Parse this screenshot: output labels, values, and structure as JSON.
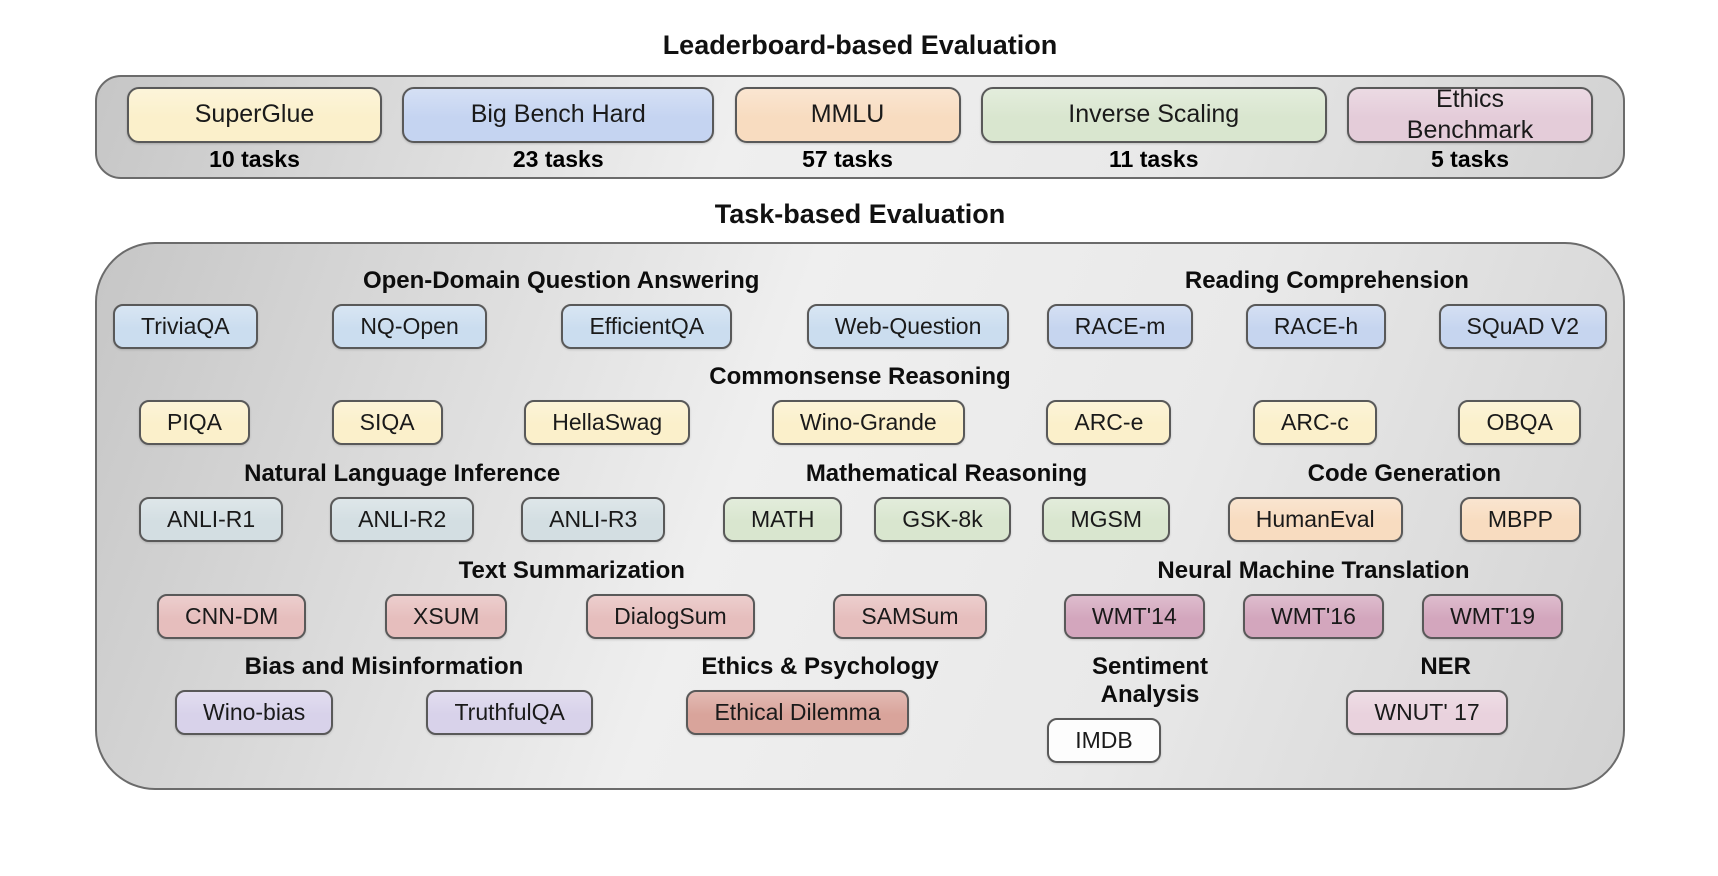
{
  "leaderboard": {
    "title": "Leaderboard-based Evaluation",
    "items": [
      {
        "label": "SuperGlue",
        "tasks": "10 tasks",
        "color": "#fbf0cb"
      },
      {
        "label": "Big Bench Hard",
        "tasks": "23 tasks",
        "color": "#c5d4f1"
      },
      {
        "label": "MMLU",
        "tasks": "57 tasks",
        "color": "#f8dcc0"
      },
      {
        "label": "Inverse Scaling",
        "tasks": "11 tasks",
        "color": "#d9e6cf"
      },
      {
        "label": "Ethics\nBenchmark",
        "tasks": "5 tasks",
        "color": "#e4ccd9"
      }
    ]
  },
  "task": {
    "title": "Task-based Evaluation",
    "groups": [
      {
        "name": "Open-Domain Question Answering",
        "color": "#cbddef",
        "items": [
          "TriviaQA",
          "NQ-Open",
          "EfficientQA",
          "Web-Question"
        ]
      },
      {
        "name": "Reading Comprehension",
        "color": "#c6d5ef",
        "items": [
          "RACE-m",
          "RACE-h",
          "SQuAD V2"
        ]
      },
      {
        "name": "Commonsense Reasoning",
        "color": "#fbf0cb",
        "items": [
          "PIQA",
          "SIQA",
          "HellaSwag",
          "Wino-Grande",
          "ARC-e",
          "ARC-c",
          "OBQA"
        ]
      },
      {
        "name": "Natural Language Inference",
        "color": "#d3dee2",
        "items": [
          "ANLI-R1",
          "ANLI-R2",
          "ANLI-R3"
        ]
      },
      {
        "name": "Mathematical Reasoning",
        "color": "#d9e6cf",
        "items": [
          "MATH",
          "GSK-8k",
          "MGSM"
        ]
      },
      {
        "name": "Code Generation",
        "color": "#f8dcc0",
        "items": [
          "HumanEval",
          "MBPP"
        ]
      },
      {
        "name": "Text Summarization",
        "color": "#e6bebd",
        "items": [
          "CNN-DM",
          "XSUM",
          "DialogSum",
          "SAMSum"
        ]
      },
      {
        "name": "Neural Machine Translation",
        "color": "#d3a6bd",
        "items": [
          "WMT'14",
          "WMT'16",
          "WMT'19"
        ]
      },
      {
        "name": "Bias and Misinformation",
        "color": "#d8d2ea",
        "items": [
          "Wino-bias",
          "TruthfulQA"
        ]
      },
      {
        "name": "Ethics & Psychology",
        "color": "#d9a49b",
        "items": [
          "Ethical Dilemma"
        ]
      },
      {
        "name": "Sentiment Analysis",
        "color": "#fdfdfd",
        "items": [
          "IMDB"
        ]
      },
      {
        "name": "NER",
        "color": "#e9d2dd",
        "items": [
          "WNUT' 17"
        ]
      }
    ]
  }
}
